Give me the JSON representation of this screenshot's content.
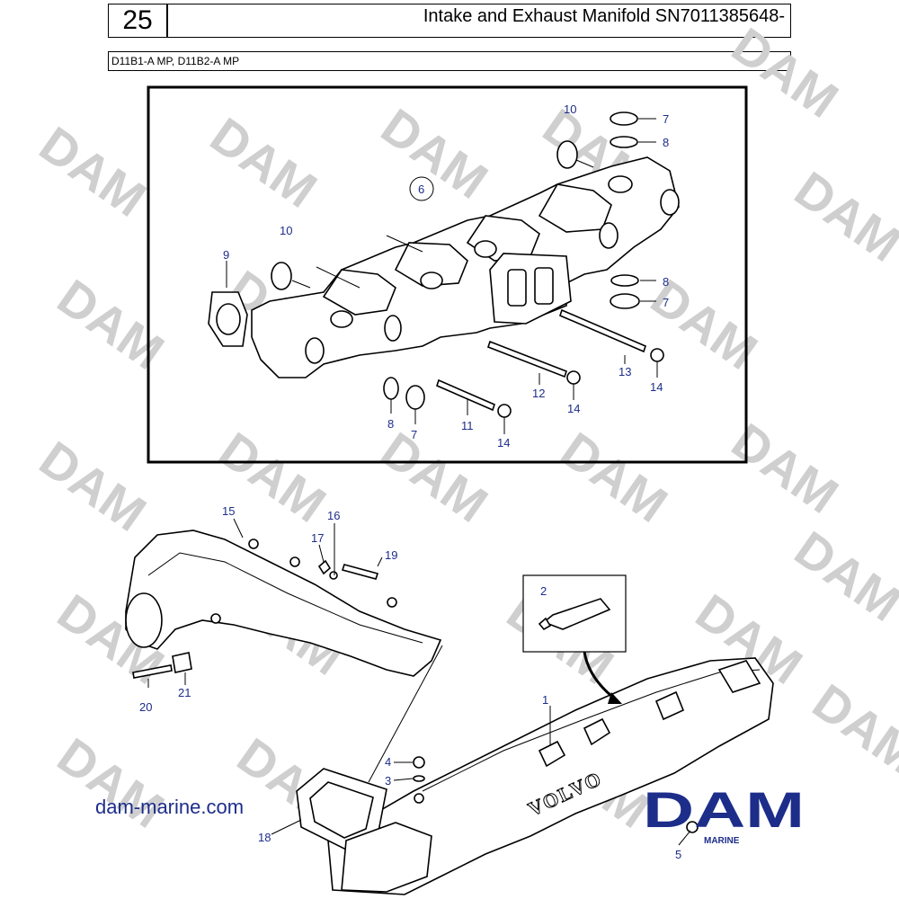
{
  "header": {
    "page_number": "25",
    "title": "Intake and Exhaust Manifold SN7011385648-",
    "models": "D11B1-A MP, D11B2-A MP"
  },
  "watermark": {
    "text": "DAM"
  },
  "callouts": {
    "top": {
      "c10a": "10",
      "c7a": "7",
      "c8a": "8",
      "c6": "6",
      "c10b": "10",
      "c9": "9",
      "c8b": "8",
      "c7b": "7",
      "c13": "13",
      "c14a": "14",
      "c12": "12",
      "c14b": "14",
      "c8c": "8",
      "c7c": "7",
      "c11": "11",
      "c14c": "14"
    },
    "bottom": {
      "c15": "15",
      "c16": "16",
      "c17": "17",
      "c19": "19",
      "c2": "2",
      "c1": "1",
      "c20": "20",
      "c21": "21",
      "c4": "4",
      "c3": "3",
      "c18": "18",
      "c5": "5"
    }
  },
  "footer": {
    "website": "dam-marine.com",
    "logo_text": "DAM",
    "logo_subtext": "MARINE"
  },
  "colors": {
    "callout": "#1d2d8a",
    "logo": "#1d2d8a",
    "watermark": "#cfcfcf"
  }
}
